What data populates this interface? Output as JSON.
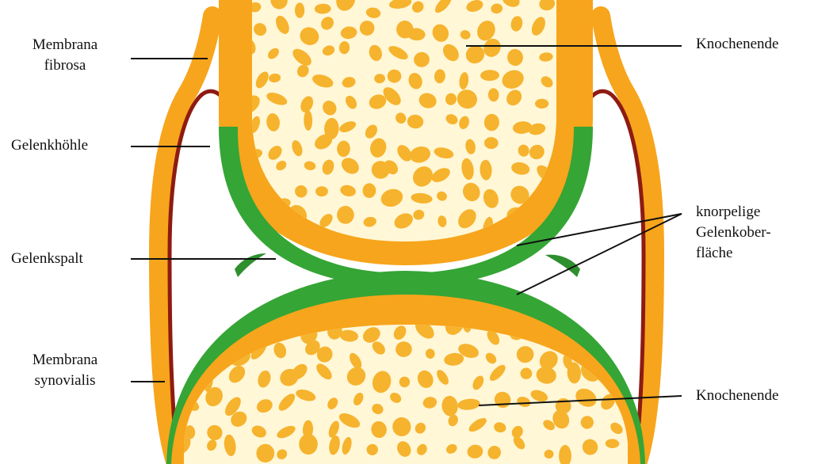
{
  "labels": {
    "membrana_fibrosa": [
      "Membrana",
      "fibrosa"
    ],
    "gelenkhoehle": "Gelenkhöhle",
    "gelenkspalt": "Gelenkspalt",
    "membrana_synovialis": [
      "Membrana",
      "synovialis"
    ],
    "knochenende_top": "Knochenende",
    "knorpelige": [
      "knorpelige",
      "Gelenkober-",
      "fläche"
    ],
    "knochenende_bottom": "Knochenende"
  },
  "colors": {
    "bone_orange": "#F7A51C",
    "bone_inner": "#FFF7D6",
    "trabecula": "#F6B32E",
    "cartilage_green": "#35A535",
    "synovial_red": "#8E1B12",
    "pointer_line": "#111111"
  }
}
